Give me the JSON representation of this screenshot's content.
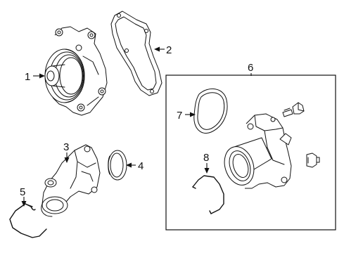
{
  "diagram": {
    "callouts": [
      {
        "id": "1",
        "label": "1"
      },
      {
        "id": "2",
        "label": "2"
      },
      {
        "id": "3",
        "label": "3"
      },
      {
        "id": "4",
        "label": "4"
      },
      {
        "id": "5",
        "label": "5"
      },
      {
        "id": "6",
        "label": "6"
      },
      {
        "id": "7",
        "label": "7"
      },
      {
        "id": "8",
        "label": "8"
      }
    ],
    "parts": {
      "water_pump": "water-pump",
      "gasket": "pump-gasket",
      "thermostat_housing": "thermostat-housing",
      "seal_ring": "seal-ring",
      "retaining_clip": "retaining-clip",
      "outlet_assembly": "water-outlet-assembly",
      "o_ring": "o-ring",
      "wire_clip": "wire-clip",
      "bolt": "bolt",
      "sensor_connector": "sensor-connector"
    }
  }
}
